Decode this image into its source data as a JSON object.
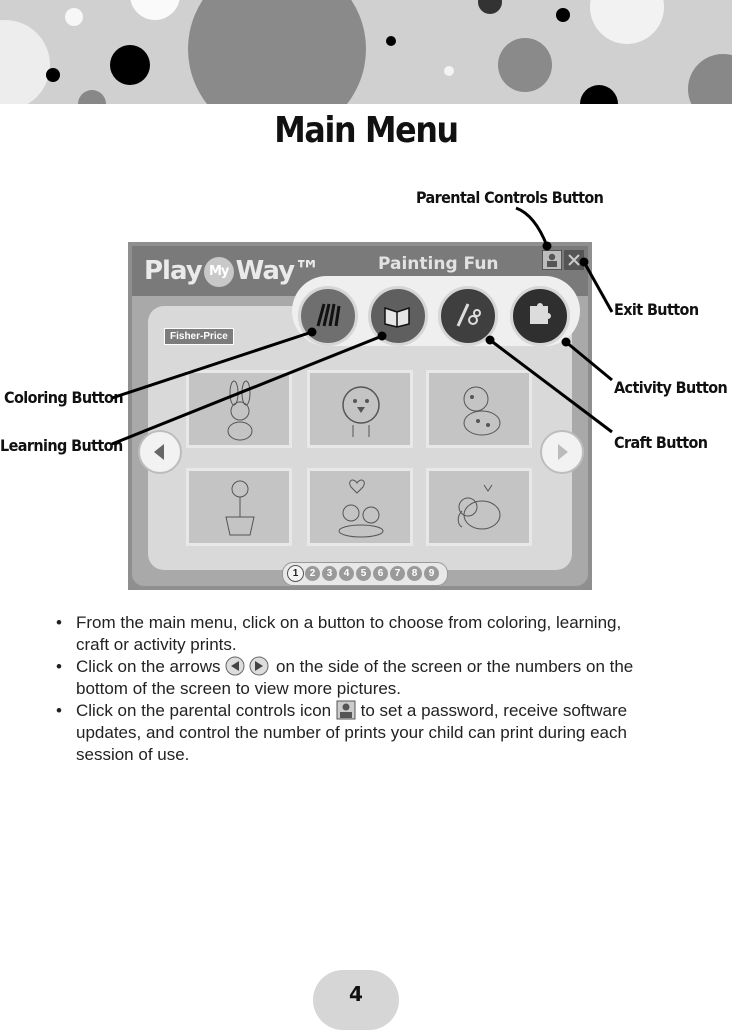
{
  "page": {
    "title": "Main Menu",
    "page_number": "4"
  },
  "callouts": {
    "parental": "Parental Controls Button",
    "exit": "Exit Button",
    "activity": "Activity Button",
    "craft": "Craft Button",
    "coloring": "Coloring Button",
    "learning": "Learning Button"
  },
  "app": {
    "logo_play": "Play",
    "logo_my": "My",
    "logo_way": "Way™",
    "screen_title": "Painting Fun",
    "brand": "Fisher-Price",
    "pages": [
      "1",
      "2",
      "3",
      "4",
      "5",
      "6",
      "7",
      "8",
      "9"
    ]
  },
  "icons": {
    "coloring": "crayons-icon",
    "learning": "book-icon",
    "craft": "scissors-pencil-icon",
    "activity": "puzzle-icon",
    "parental": "parent-icon",
    "exit": "close-icon",
    "prev": "left-arrow-icon",
    "next": "right-arrow-icon"
  },
  "thumbnails": [
    "bunny",
    "chick",
    "leopard",
    "flower pot",
    "puppies",
    "elephant"
  ],
  "bullets": {
    "b1": "From the main menu, click on a button to choose from coloring, learning, craft or activity prints.",
    "b2_before": "Click on the arrows",
    "b2_after": "on the side of the screen or the numbers on the bottom of the screen to view more pictures.",
    "b3_before": "Click on the parental controls icon",
    "b3_after": "to set a password, receive software updates, and control the number of prints your child can print during each session of use."
  }
}
